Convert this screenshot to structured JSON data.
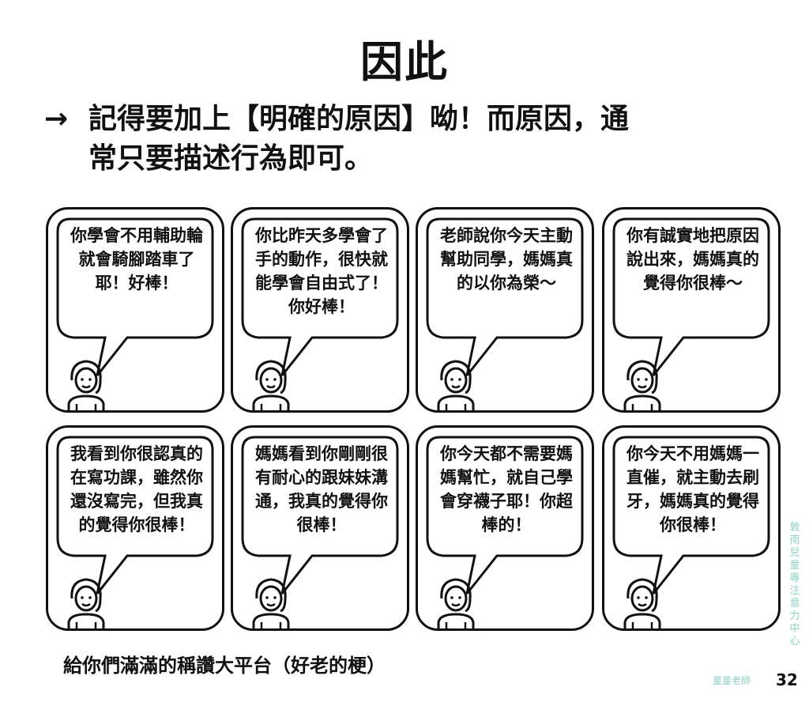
{
  "title": "因此",
  "intro": {
    "arrow": "→",
    "line1": "記得要加上【明確的原因】呦！而原因，通",
    "line2": "常只要描述行為即可。"
  },
  "panels": [
    {
      "text": "你學會不用輔助輪就會騎腳踏車了耶！好棒！"
    },
    {
      "text": "你比昨天多學會了手的動作，很快就能學會自由式了！你好棒！"
    },
    {
      "text": "老師說你今天主動幫助同學，媽媽真的以你為榮～"
    },
    {
      "text": "你有誠實地把原因說出來，媽媽真的覺得你很棒～"
    },
    {
      "text": "我看到你很認真的在寫功課，雖然你還沒寫完，但我真的覺得你很棒！"
    },
    {
      "text": "媽媽看到你剛剛很有耐心的跟妹妹溝通，我真的覺得你很棒！"
    },
    {
      "text": "你今天都不需要媽媽幫忙，就自己學會穿襪子耶！你超棒的！"
    },
    {
      "text": "你今天不用媽媽一直催，就主動去刷牙，媽媽真的覺得你很棒！"
    }
  ],
  "footer": "給你們滿滿的稱讚大平台（好老的梗）",
  "page_number": "32",
  "watermark": {
    "vertical": "敦南兒童專注意力中心",
    "horizontal": "童童老師"
  }
}
